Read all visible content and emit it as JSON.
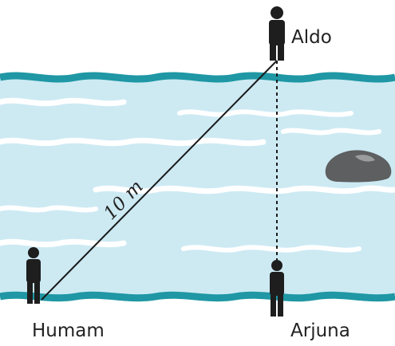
{
  "people": {
    "top": "Aldo",
    "bottom_left": "Humam",
    "bottom_right": "Arjuna"
  },
  "distance_label": "10 m",
  "colors": {
    "water": "#cdeaf3",
    "bank": "#1f97a4",
    "wave": "#ffffff",
    "person": "#1e1e1e",
    "rock": "#5d5f61",
    "line": "#1a1a1a"
  },
  "icons": {
    "person": "person-icon",
    "rock": "rock-icon"
  }
}
